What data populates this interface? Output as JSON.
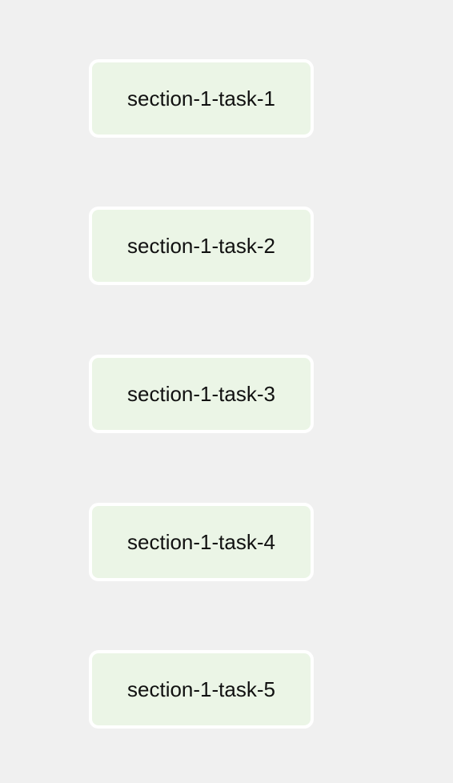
{
  "section": {
    "tasks": [
      {
        "label": "section-1-task-1"
      },
      {
        "label": "section-1-task-2"
      },
      {
        "label": "section-1-task-3"
      },
      {
        "label": "section-1-task-4"
      },
      {
        "label": "section-1-task-5"
      }
    ]
  },
  "colors": {
    "background": "#f0f0f0",
    "card_fill": "#ebf5e6",
    "card_border": "#ffffff",
    "text": "#111111"
  }
}
